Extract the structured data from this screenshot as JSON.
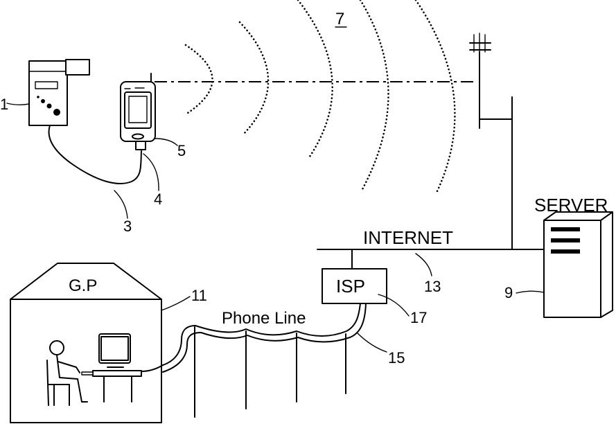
{
  "labels": {
    "server": "SERVER",
    "internet": "INTERNET",
    "isp": "ISP",
    "gp": "G.P",
    "phone_line": "Phone Line"
  },
  "ref_numerals": {
    "n1": "1",
    "n3": "3",
    "n4": "4",
    "n5": "5",
    "n7": "7",
    "n9": "9",
    "n11": "11",
    "n13": "13",
    "n15": "15",
    "n17": "17"
  }
}
